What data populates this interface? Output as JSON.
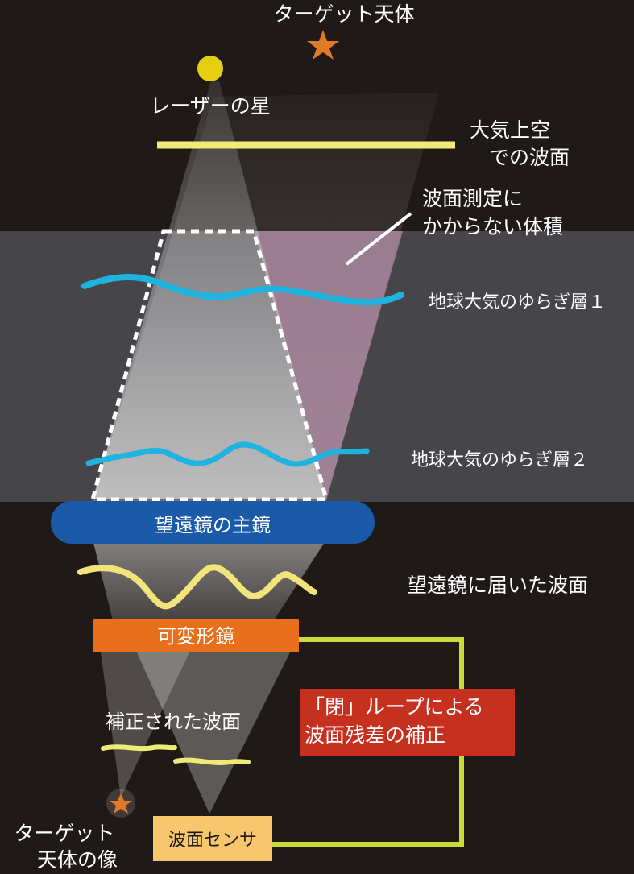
{
  "labels": {
    "target_object": "ターゲット天体",
    "laser_star": "レーザーの星",
    "upper_wavefront_line1": "大気上空",
    "upper_wavefront_line2": "での波面",
    "unmeasured_line1": "波面測定に",
    "unmeasured_line2": "かからない体積",
    "turbulence_layer_1": "地球大気のゆらぎ層１",
    "turbulence_layer_2": "地球大気のゆらぎ層２",
    "primary_mirror": "望遠鏡の主鏡",
    "wavefront_at_telescope": "望遠鏡に届いた波面",
    "deformable_mirror": "可変形鏡",
    "corrected_wavefront": "補正された波面",
    "closed_loop_line1": "「閉」ループによる",
    "closed_loop_line2": "波面残差の補正",
    "target_image_line1": "ターゲット",
    "target_image_line2": "天体の像",
    "wavefront_sensor": "波面センサ"
  },
  "colors": {
    "background": "#1f1917",
    "atmosphere_band": "#46464a",
    "laser_star": "#e6cf10",
    "target_star": "#e07a26",
    "upper_wavefront": "#f0eb78",
    "turbulence_wave": "#1fb3df",
    "unmeasured_volume": "#b08aa2",
    "primary_mirror": "#1a5aa8",
    "telescope_wave": "#f1e47a",
    "deformable_mirror": "#e8701c",
    "closed_loop_box": "#c5301f",
    "sensor_box": "#f8c66c",
    "feedback_line": "#c8dd3a"
  }
}
